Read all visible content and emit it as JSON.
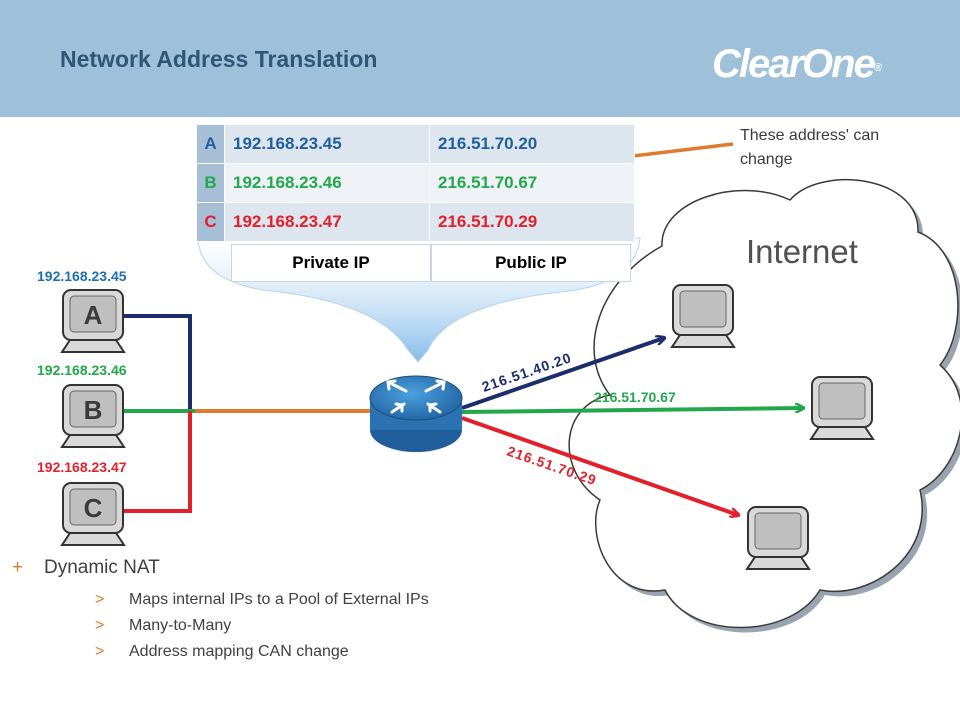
{
  "header": {
    "title": "Network Address Translation",
    "logo_text": "ClearOne",
    "logo_mark": "®",
    "background": "#9fc0d9"
  },
  "table": {
    "rows": [
      {
        "letter": "A",
        "private_ip": "192.168.23.45",
        "public_ip": "216.51.70.20",
        "color": "#1f5f9f"
      },
      {
        "letter": "B",
        "private_ip": "192.168.23.46",
        "public_ip": "216.51.70.67",
        "color": "#22a84a"
      },
      {
        "letter": "C",
        "private_ip": "192.168.23.47",
        "public_ip": "216.51.70.29",
        "color": "#e3202a"
      }
    ],
    "col_private": "Private IP",
    "col_public": "Public IP"
  },
  "note": "These address' can change",
  "cloud": {
    "label": "Internet"
  },
  "hosts": [
    {
      "letter": "A",
      "ip": "192.168.23.45",
      "color": "#1f6fb0"
    },
    {
      "letter": "B",
      "ip": "192.168.23.46",
      "color": "#22a84a"
    },
    {
      "letter": "C",
      "ip": "192.168.23.47",
      "color": "#e3202a"
    }
  ],
  "links": [
    {
      "ip": "216.51.40.20",
      "color": "#1b2d6b"
    },
    {
      "ip": "216.51.70.67",
      "color": "#22a84a"
    },
    {
      "ip": "216.51.70.29",
      "color": "#e3202a"
    }
  ],
  "bullets": {
    "main_marker": "+",
    "main": "Dynamic NAT",
    "sub_marker": ">",
    "sub": [
      "Maps internal IPs to a Pool of External IPs",
      "Many-to-Many",
      "Address mapping CAN change"
    ]
  },
  "colors": {
    "accent": "#e07b2e",
    "router": "#2f80c4"
  }
}
